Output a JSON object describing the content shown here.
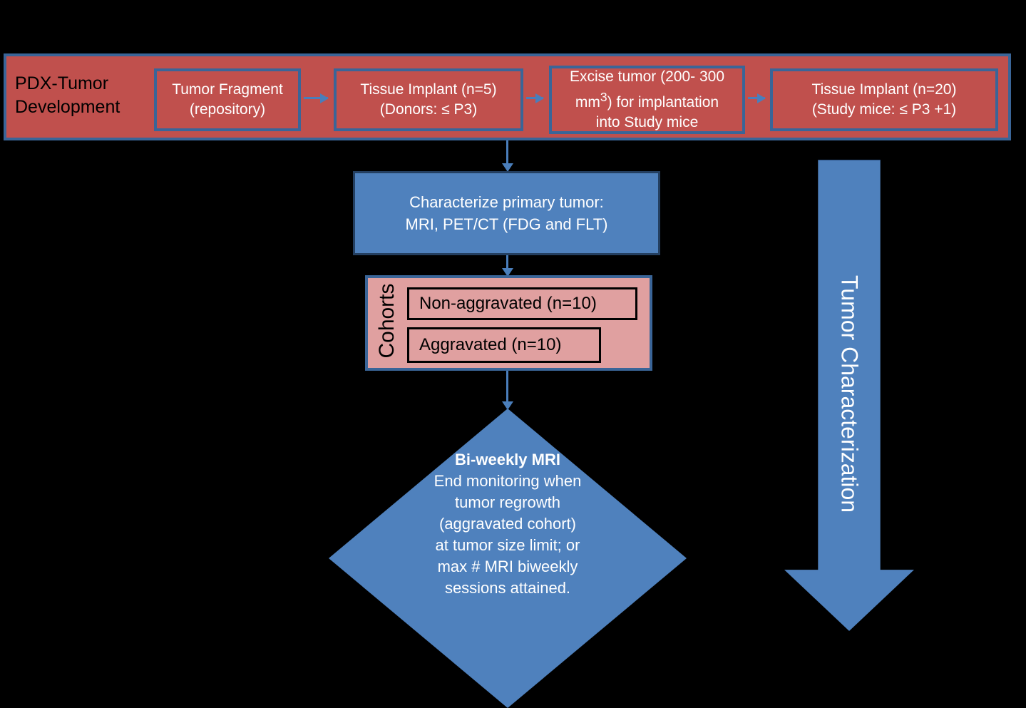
{
  "banner": {
    "label": "PDX-Tumor Development",
    "boxes": [
      {
        "line1": "Tumor Fragment",
        "line2": "(repository)"
      },
      {
        "line1": "Tissue Implant (n=5)",
        "line2": "(Donors: ≤ P3)"
      },
      {
        "line1": "Excise tumor (200- 300",
        "line2": "mm3) for implantation",
        "line3": "into Study mice"
      },
      {
        "line1": "Tissue Implant (n=20)",
        "line2": "(Study mice: ≤ P3 +1)"
      }
    ]
  },
  "characterize": {
    "line1": "Characterize primary tumor:",
    "line2": "MRI, PET/CT (FDG and FLT)"
  },
  "cohorts": {
    "label": "Cohorts",
    "items": [
      {
        "label": "Non-aggravated (n=10)"
      },
      {
        "label": "Aggravated (n=10)"
      }
    ]
  },
  "mri_decision": {
    "title": "Bi-weekly MRI",
    "line1": "End monitoring when",
    "line2": "tumor regrowth",
    "line3": "(aggravated cohort)",
    "line4": "at tumor size limit; or",
    "line5": "max # MRI biweekly",
    "line6": "sessions attained."
  },
  "tumor_characterization": {
    "label": "Tumor Characterization"
  },
  "colors": {
    "red_fill": "#C0504D",
    "blue_border": "#3A6598",
    "blue_fill": "#4F81BD",
    "pink_fill": "#E0A0A0",
    "connector": "#4A7EBB",
    "background": "#000000"
  }
}
